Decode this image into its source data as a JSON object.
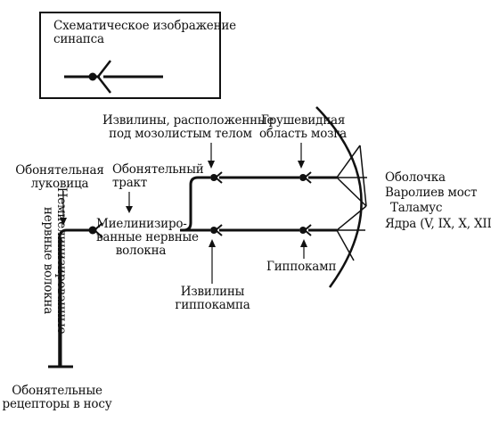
{
  "legend": {
    "title_line1": "Схематическое изображение",
    "title_line2": "синапса"
  },
  "labels": {
    "olfactory_bulb_1": "Обонятельная",
    "olfactory_bulb_2": "луковица",
    "olfactory_tract_1": "Обонятельный",
    "olfactory_tract_2": "тракт",
    "gyri_corpus_1": "Извилины, расположенные",
    "gyri_corpus_2": "под мозолистым телом",
    "piriform_1": "Грушевидная",
    "piriform_2": "область мозга",
    "myelinated_1": "Миелинизиро-",
    "myelinated_2": "ванные нервные",
    "myelinated_3": "волокна",
    "unmyelinated_1": "Немиелинизированные",
    "unmyelinated_2": "нервные волокна",
    "hippocampal_gyri_1": "Извилины",
    "hippocampal_gyri_2": "гиппокампа",
    "hippocampus": "Гиппокамп",
    "shell": "Оболочка",
    "pons": "Варолиев мост",
    "thalamus": "Таламус",
    "nuclei": "Ядра (V, IX, X, XII)",
    "receptors_1": "Обонятельные",
    "receptors_2": "рецепторы в носу"
  }
}
